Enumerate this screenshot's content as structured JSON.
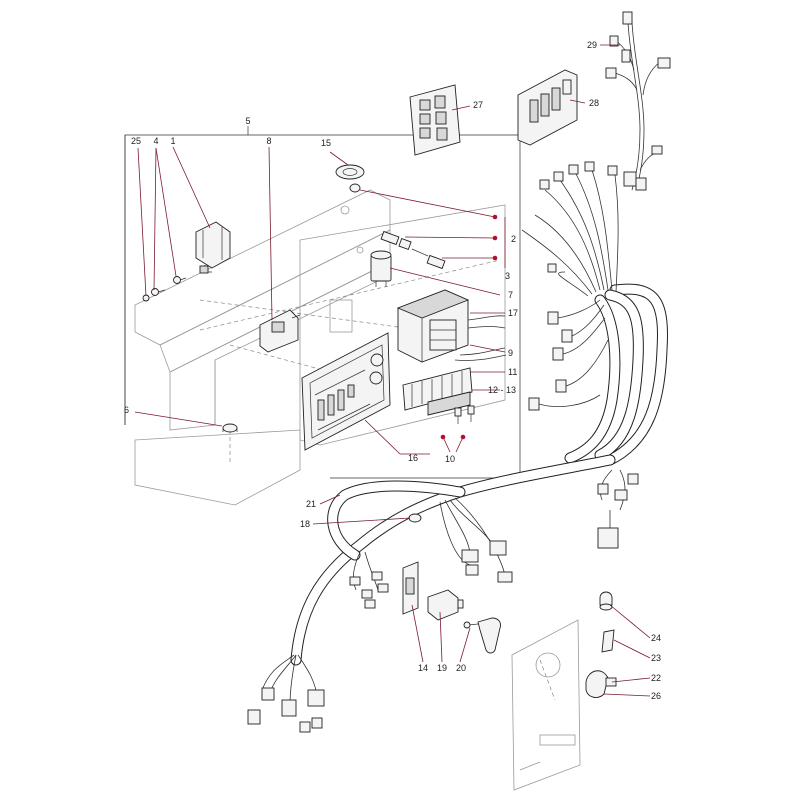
{
  "accent": "#7a1b2e",
  "callouts": [
    {
      "id": "c1",
      "text": "1"
    },
    {
      "id": "c2",
      "text": "2"
    },
    {
      "id": "c3",
      "text": "3"
    },
    {
      "id": "c4",
      "text": "4"
    },
    {
      "id": "c5",
      "text": "5"
    },
    {
      "id": "c6",
      "text": "6"
    },
    {
      "id": "c7",
      "text": "7"
    },
    {
      "id": "c8",
      "text": "8"
    },
    {
      "id": "c9",
      "text": "9"
    },
    {
      "id": "c10",
      "text": "10"
    },
    {
      "id": "c11",
      "text": "11"
    },
    {
      "id": "c12",
      "text": "12 - 13"
    },
    {
      "id": "c14",
      "text": "14"
    },
    {
      "id": "c15",
      "text": "15"
    },
    {
      "id": "c16",
      "text": "16"
    },
    {
      "id": "c17",
      "text": "17"
    },
    {
      "id": "c18",
      "text": "18"
    },
    {
      "id": "c19",
      "text": "19"
    },
    {
      "id": "c20",
      "text": "20"
    },
    {
      "id": "c21",
      "text": "21"
    },
    {
      "id": "c22",
      "text": "22"
    },
    {
      "id": "c23",
      "text": "23"
    },
    {
      "id": "c24",
      "text": "24"
    },
    {
      "id": "c25",
      "text": "25"
    },
    {
      "id": "c26",
      "text": "26"
    },
    {
      "id": "c27",
      "text": "27"
    },
    {
      "id": "c28",
      "text": "28"
    },
    {
      "id": "c29",
      "text": "29"
    }
  ]
}
